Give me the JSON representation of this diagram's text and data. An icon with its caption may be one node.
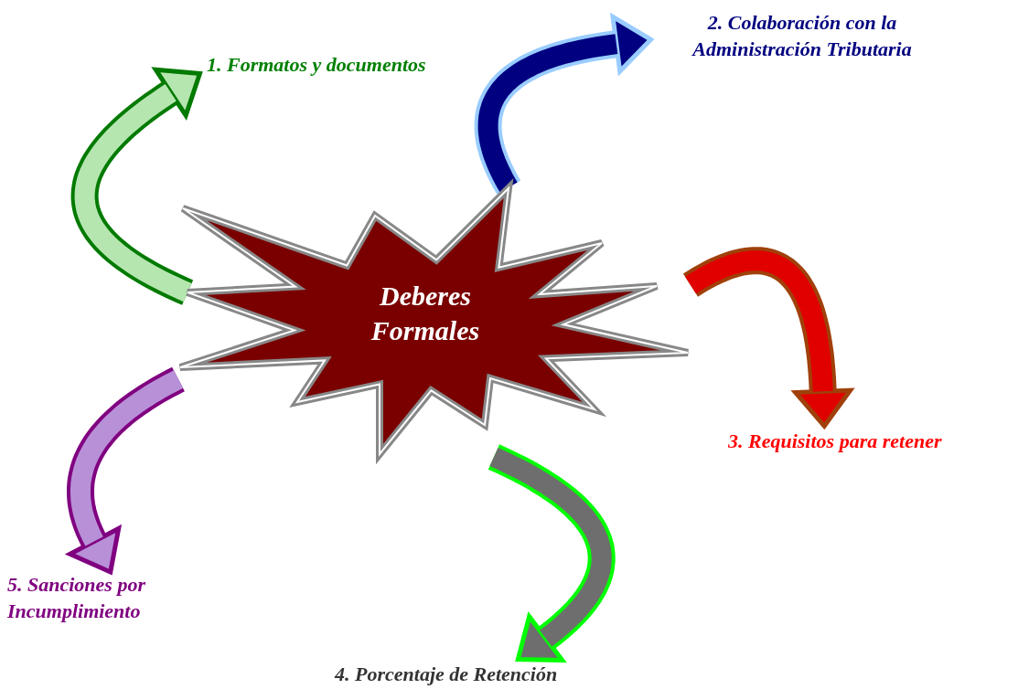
{
  "diagram": {
    "nodes": [
      {
        "text": [
          "Deberes Formales"
        ]
      },
      {
        "text": [
          "1. Formatos y documentos"
        ]
      },
      {
        "text": [
          "2. Colaboración con la Administración Tributaria"
        ]
      },
      {
        "text": [
          "3. Requisitos para retener"
        ]
      },
      {
        "text": [
          "4. Porcentaje de Retención"
        ]
      },
      {
        "text": [
          "5. Sanciones por Incumplimiento"
        ]
      }
    ],
    "edges": [
      {
        "from": 0,
        "to": 1,
        "arrow": "to",
        "color": "#007a00"
      },
      {
        "from": 0,
        "to": 2,
        "arrow": "to",
        "color": "#99ccff"
      },
      {
        "from": 0,
        "to": 3,
        "arrow": "to",
        "color": "#a0400a"
      },
      {
        "from": 0,
        "to": 4,
        "arrow": "to",
        "color": "#00ff00"
      },
      {
        "from": 0,
        "to": 5,
        "arrow": "to",
        "color": "#800080"
      }
    ]
  }
}
